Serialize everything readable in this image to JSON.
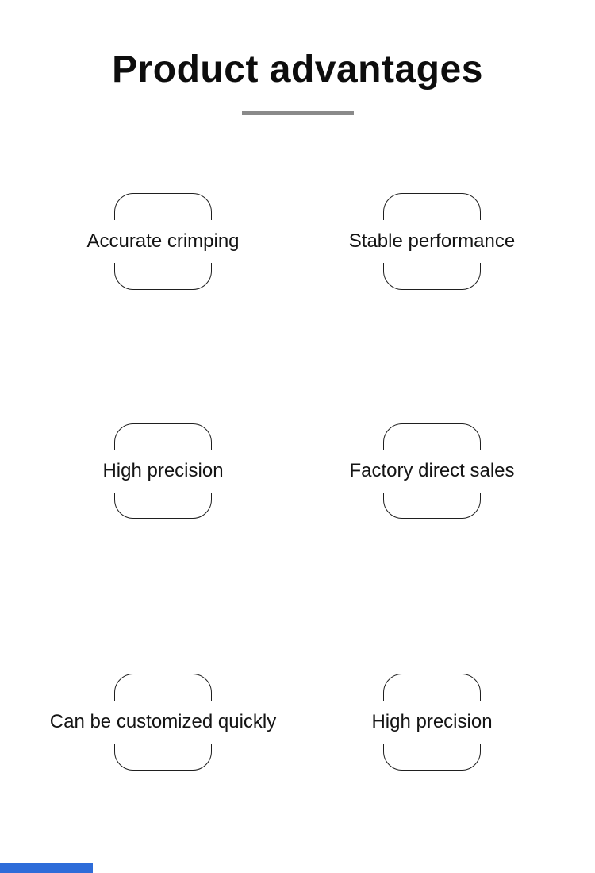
{
  "page": {
    "title": "Product advantages",
    "background_color": "#ffffff",
    "title_color": "#0d0d0d",
    "divider_color": "#8a8a8a",
    "frame_border_color": "#1f1f1f",
    "label_color": "#141414",
    "bottom_bar_color": "#2e6cd9"
  },
  "advantages": {
    "items": [
      {
        "label": "Accurate crimping"
      },
      {
        "label": "Stable performance"
      },
      {
        "label": "High precision"
      },
      {
        "label": "Factory direct sales"
      },
      {
        "label": "Can be customized quickly"
      },
      {
        "label": "High precision"
      }
    ]
  }
}
